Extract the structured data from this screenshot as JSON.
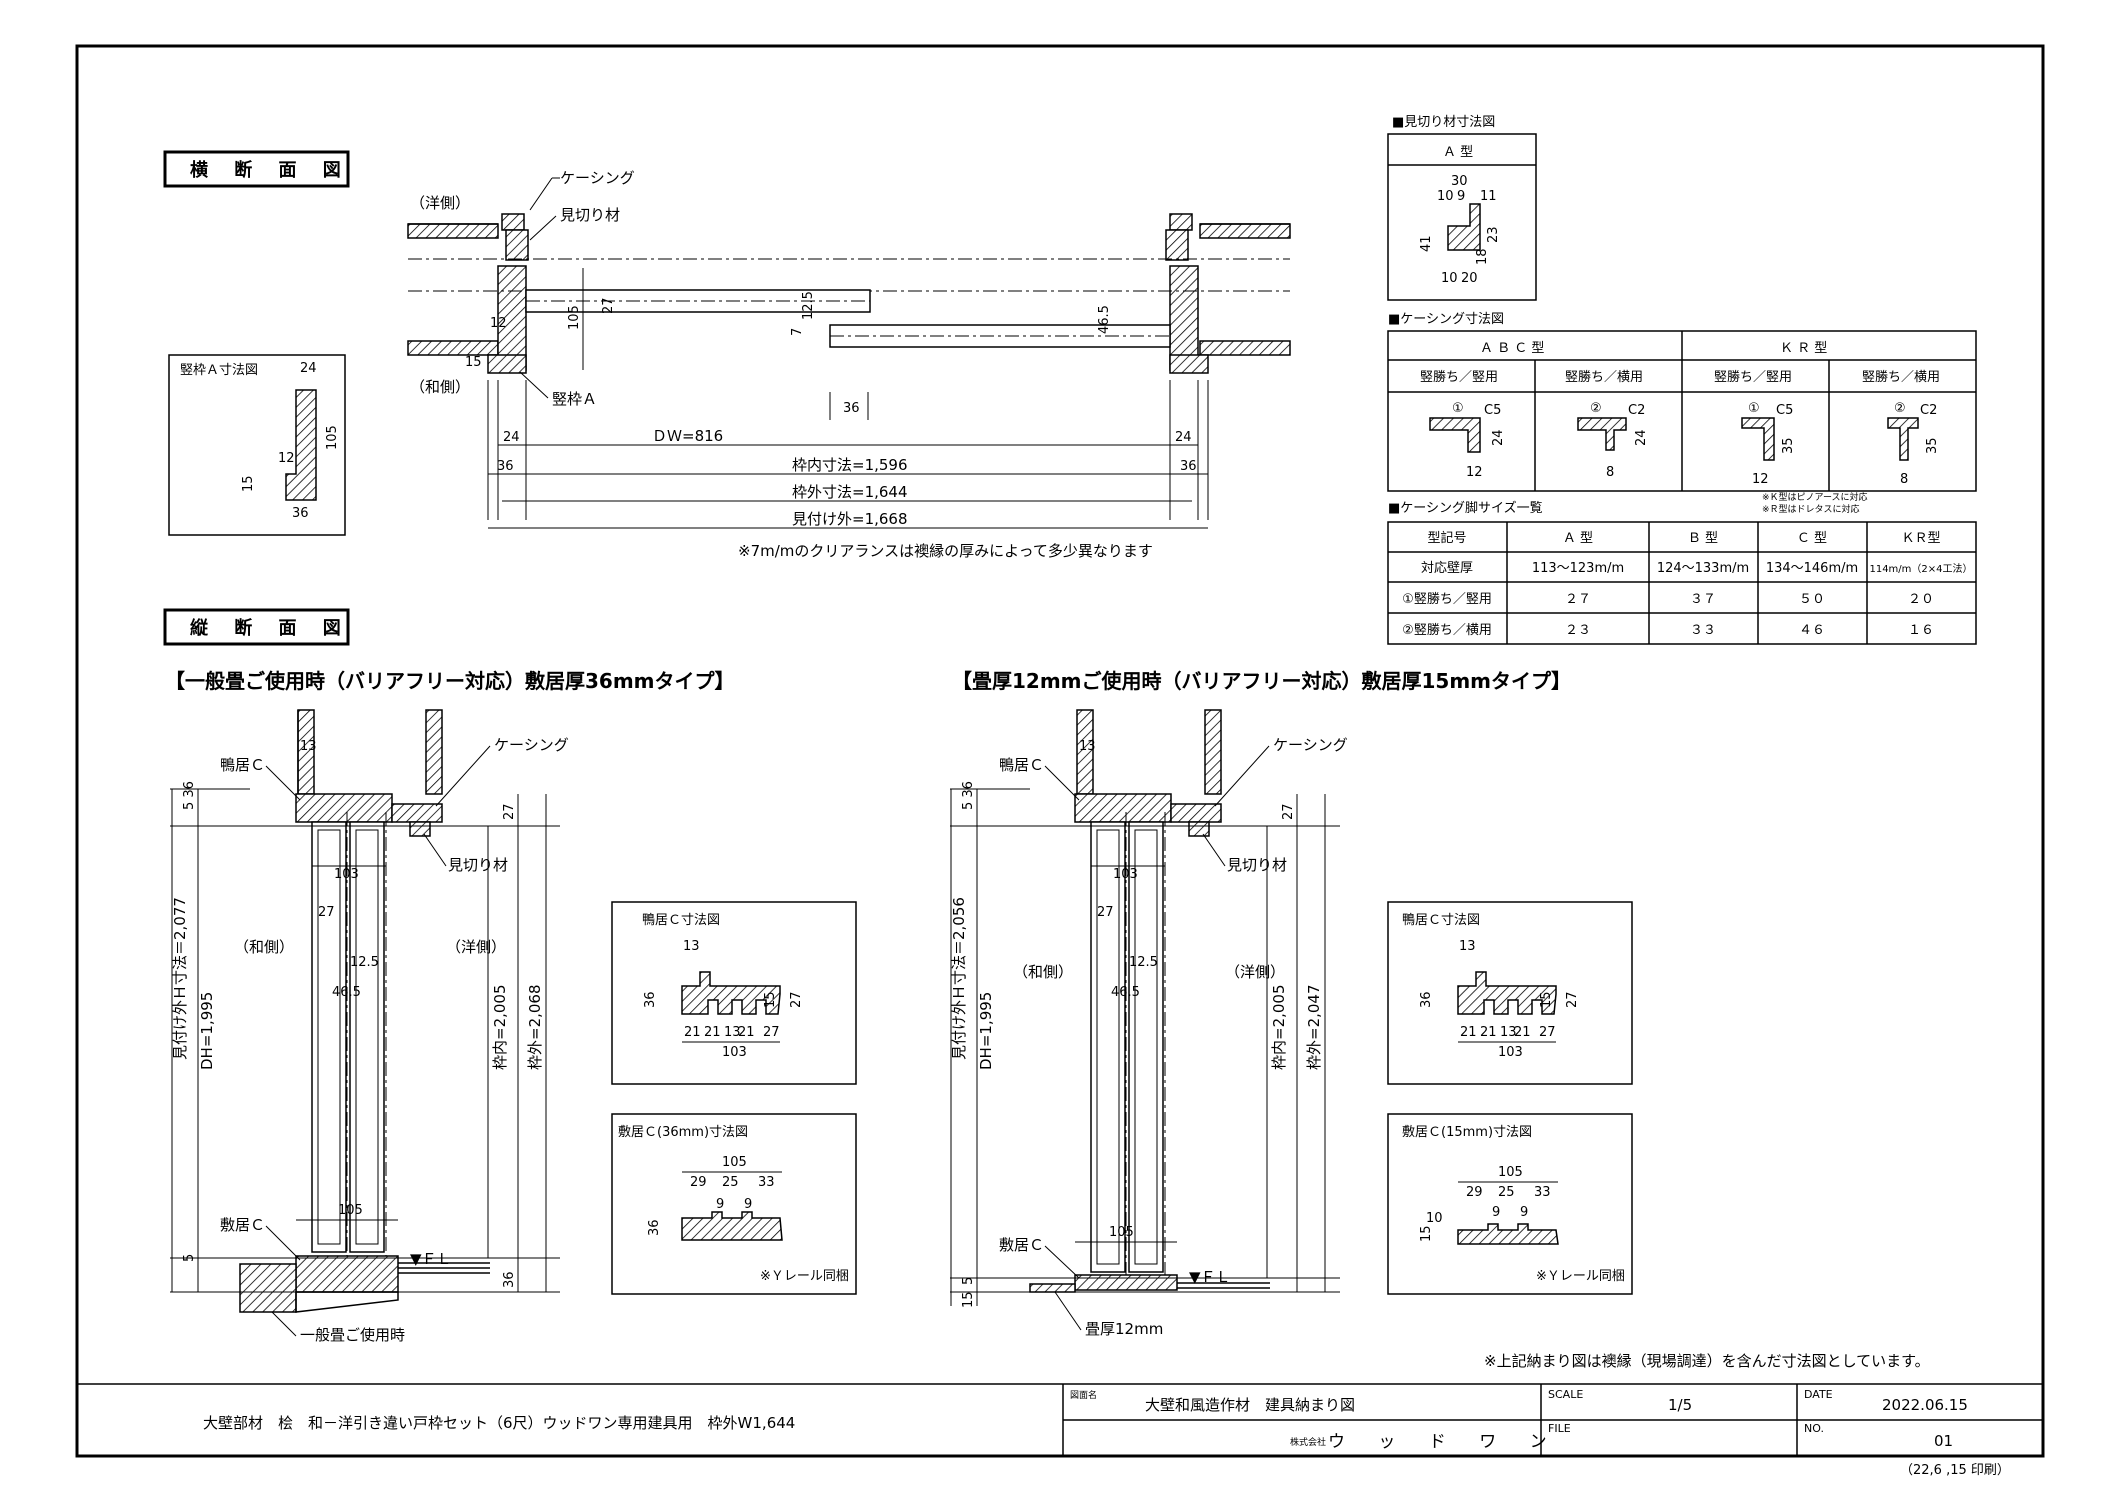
{
  "cross_section": {
    "title": "横 断 面 図",
    "label_casing": "ケーシング",
    "label_mikiri": "見切り材",
    "label_western": "（洋側）",
    "label_japanese": "（和側）",
    "label_tatewaku": "竪枠Ａ",
    "dim_12": "12",
    "dim_15": "15",
    "dim_105": "105",
    "dim_27": "27",
    "dim_12_5": "12.5",
    "dim_7": "7",
    "dim_46_5": "46.5",
    "dim_36_mid": "36",
    "dim_24_l": "24",
    "dim_24_r": "24",
    "dim_dw": "ＤＷ=816",
    "dim_36_l": "36",
    "dim_36_r": "36",
    "dim_inner": "枠内寸法=1,596",
    "dim_outer": "枠外寸法=1,644",
    "dim_face": "見付け外=1,668",
    "note": "※7m/mのクリアランスは襖縁の厚みによって多少異なります"
  },
  "tatewaku_detail": {
    "title": "竪枠Ａ寸法図",
    "d24": "24",
    "d105": "105",
    "d12": "12",
    "d15": "15",
    "d36": "36"
  },
  "mikiri_detail": {
    "title": "■見切り材寸法図",
    "type": "Ａ 型",
    "d30": "30",
    "d10": "10",
    "d9": "9",
    "d11": "11",
    "d41": "41",
    "d23": "23",
    "d18": "18",
    "d10b": "10",
    "d20": "20"
  },
  "casing_dims": {
    "title": "■ケーシング寸法図",
    "abc": "Ａ Ｂ Ｃ 型",
    "kr": "Ｋ Ｒ 型",
    "sub1": "竪勝ち／竪用",
    "sub2": "竪勝ち／横用",
    "sub3": "竪勝ち／竪用",
    "sub4": "竪勝ち／横用",
    "c1_mark": "①",
    "c1_c": "C5",
    "c1_a": "24",
    "c1_b": "12",
    "c2_mark": "②",
    "c2_c": "C2",
    "c2_a": "24",
    "c2_b": "8",
    "c3_mark": "①",
    "c3_c": "C5",
    "c3_a": "35",
    "c3_b": "12",
    "c4_mark": "②",
    "c4_c": "C2",
    "c4_a": "35",
    "c4_b": "8"
  },
  "casing_sizes": {
    "title": "■ケーシング脚サイズ一覧",
    "note1": "※Ｋ型はピノアースに対応",
    "note2": "※Ｒ型はドレタスに対応",
    "header": [
      "型記号",
      "Ａ 型",
      "Ｂ 型",
      "Ｃ 型",
      "ＫＲ型"
    ],
    "rows": [
      [
        "対応壁厚",
        "113〜123m/m",
        "124〜133m/m",
        "134〜146m/m",
        "114m/m（2×4工法）"
      ],
      [
        "①竪勝ち／竪用",
        "２７",
        "３７",
        "５０",
        "２０"
      ],
      [
        "②竪勝ち／横用",
        "２３",
        "３３",
        "４６",
        "１６"
      ]
    ]
  },
  "vertical_section": {
    "title": "縦 断 面 図",
    "left_heading": "【一般畳ご使用時（バリアフリー対応）敷居厚36mmタイプ】",
    "right_heading": "【畳厚12mmご使用時（バリアフリー対応）敷居厚15mmタイプ】",
    "label_kamoi": "鴨居Ｃ",
    "label_shikii": "敷居Ｃ",
    "label_casing": "ケーシング",
    "label_mikiri": "見切り材",
    "label_japanese": "（和側）",
    "label_western": "（洋側）",
    "label_general_tatami": "一般畳ご使用時",
    "label_tatami12": "畳厚12mm",
    "label_fl": "▼ＦＬ",
    "d13": "13",
    "d5": "5",
    "d36": "36",
    "d27": "27",
    "d103": "103",
    "d27b": "27",
    "d12_5": "12.5",
    "d46_5": "46.5",
    "d105": "105",
    "d15": "15",
    "left_h": "見付け外Ｈ寸法＝2,077",
    "right_h": "見付け外Ｈ寸法＝2,056",
    "dh": "DH=1,995",
    "inner": "枠内=2,005",
    "left_outer": "枠外=2,068",
    "right_outer": "枠外=2,047"
  },
  "kamoi_detail": {
    "title": "鴨居Ｃ寸法図",
    "d13": "13",
    "d36": "36",
    "d15": "15",
    "d27": "27",
    "d21a": "21",
    "d21b": "21",
    "d13b": "13",
    "d21c": "21",
    "d27b": "27",
    "d103": "103"
  },
  "shikii36_detail": {
    "title": "敷居Ｃ(36mm)寸法図",
    "d105": "105",
    "d29": "29",
    "d25": "25",
    "d33": "33",
    "d9a": "9",
    "d9b": "9",
    "d36": "36",
    "note": "※Ｙレール同梱"
  },
  "shikii15_detail": {
    "title": "敷居Ｃ(15mm)寸法図",
    "d105": "105",
    "d29": "29",
    "d25": "25",
    "d33": "33",
    "d9a": "9",
    "d9b": "9",
    "d10": "10",
    "d15": "15",
    "note": "※Ｙレール同梱"
  },
  "footer": {
    "note": "※上記納まり図は襖縁（現場調達）を含んだ寸法図としています。",
    "product": "大壁部材　桧　和－洋引き違い戸枠セット（6尺）ウッドワン専用建具用　枠外W1,644",
    "drawing_label": "図面名",
    "drawing_name": "大壁和風造作材　建具納まり図",
    "company_label": "株式会社",
    "company": "ウ ッ ド ワ ン",
    "scale_label": "SCALE",
    "scale": "1/5",
    "file_label": "FILE",
    "file": "",
    "date_label": "DATE",
    "date": "2022.06.15",
    "no_label": "NO.",
    "no": "01",
    "print": "（22,6 ,15 印刷）"
  }
}
